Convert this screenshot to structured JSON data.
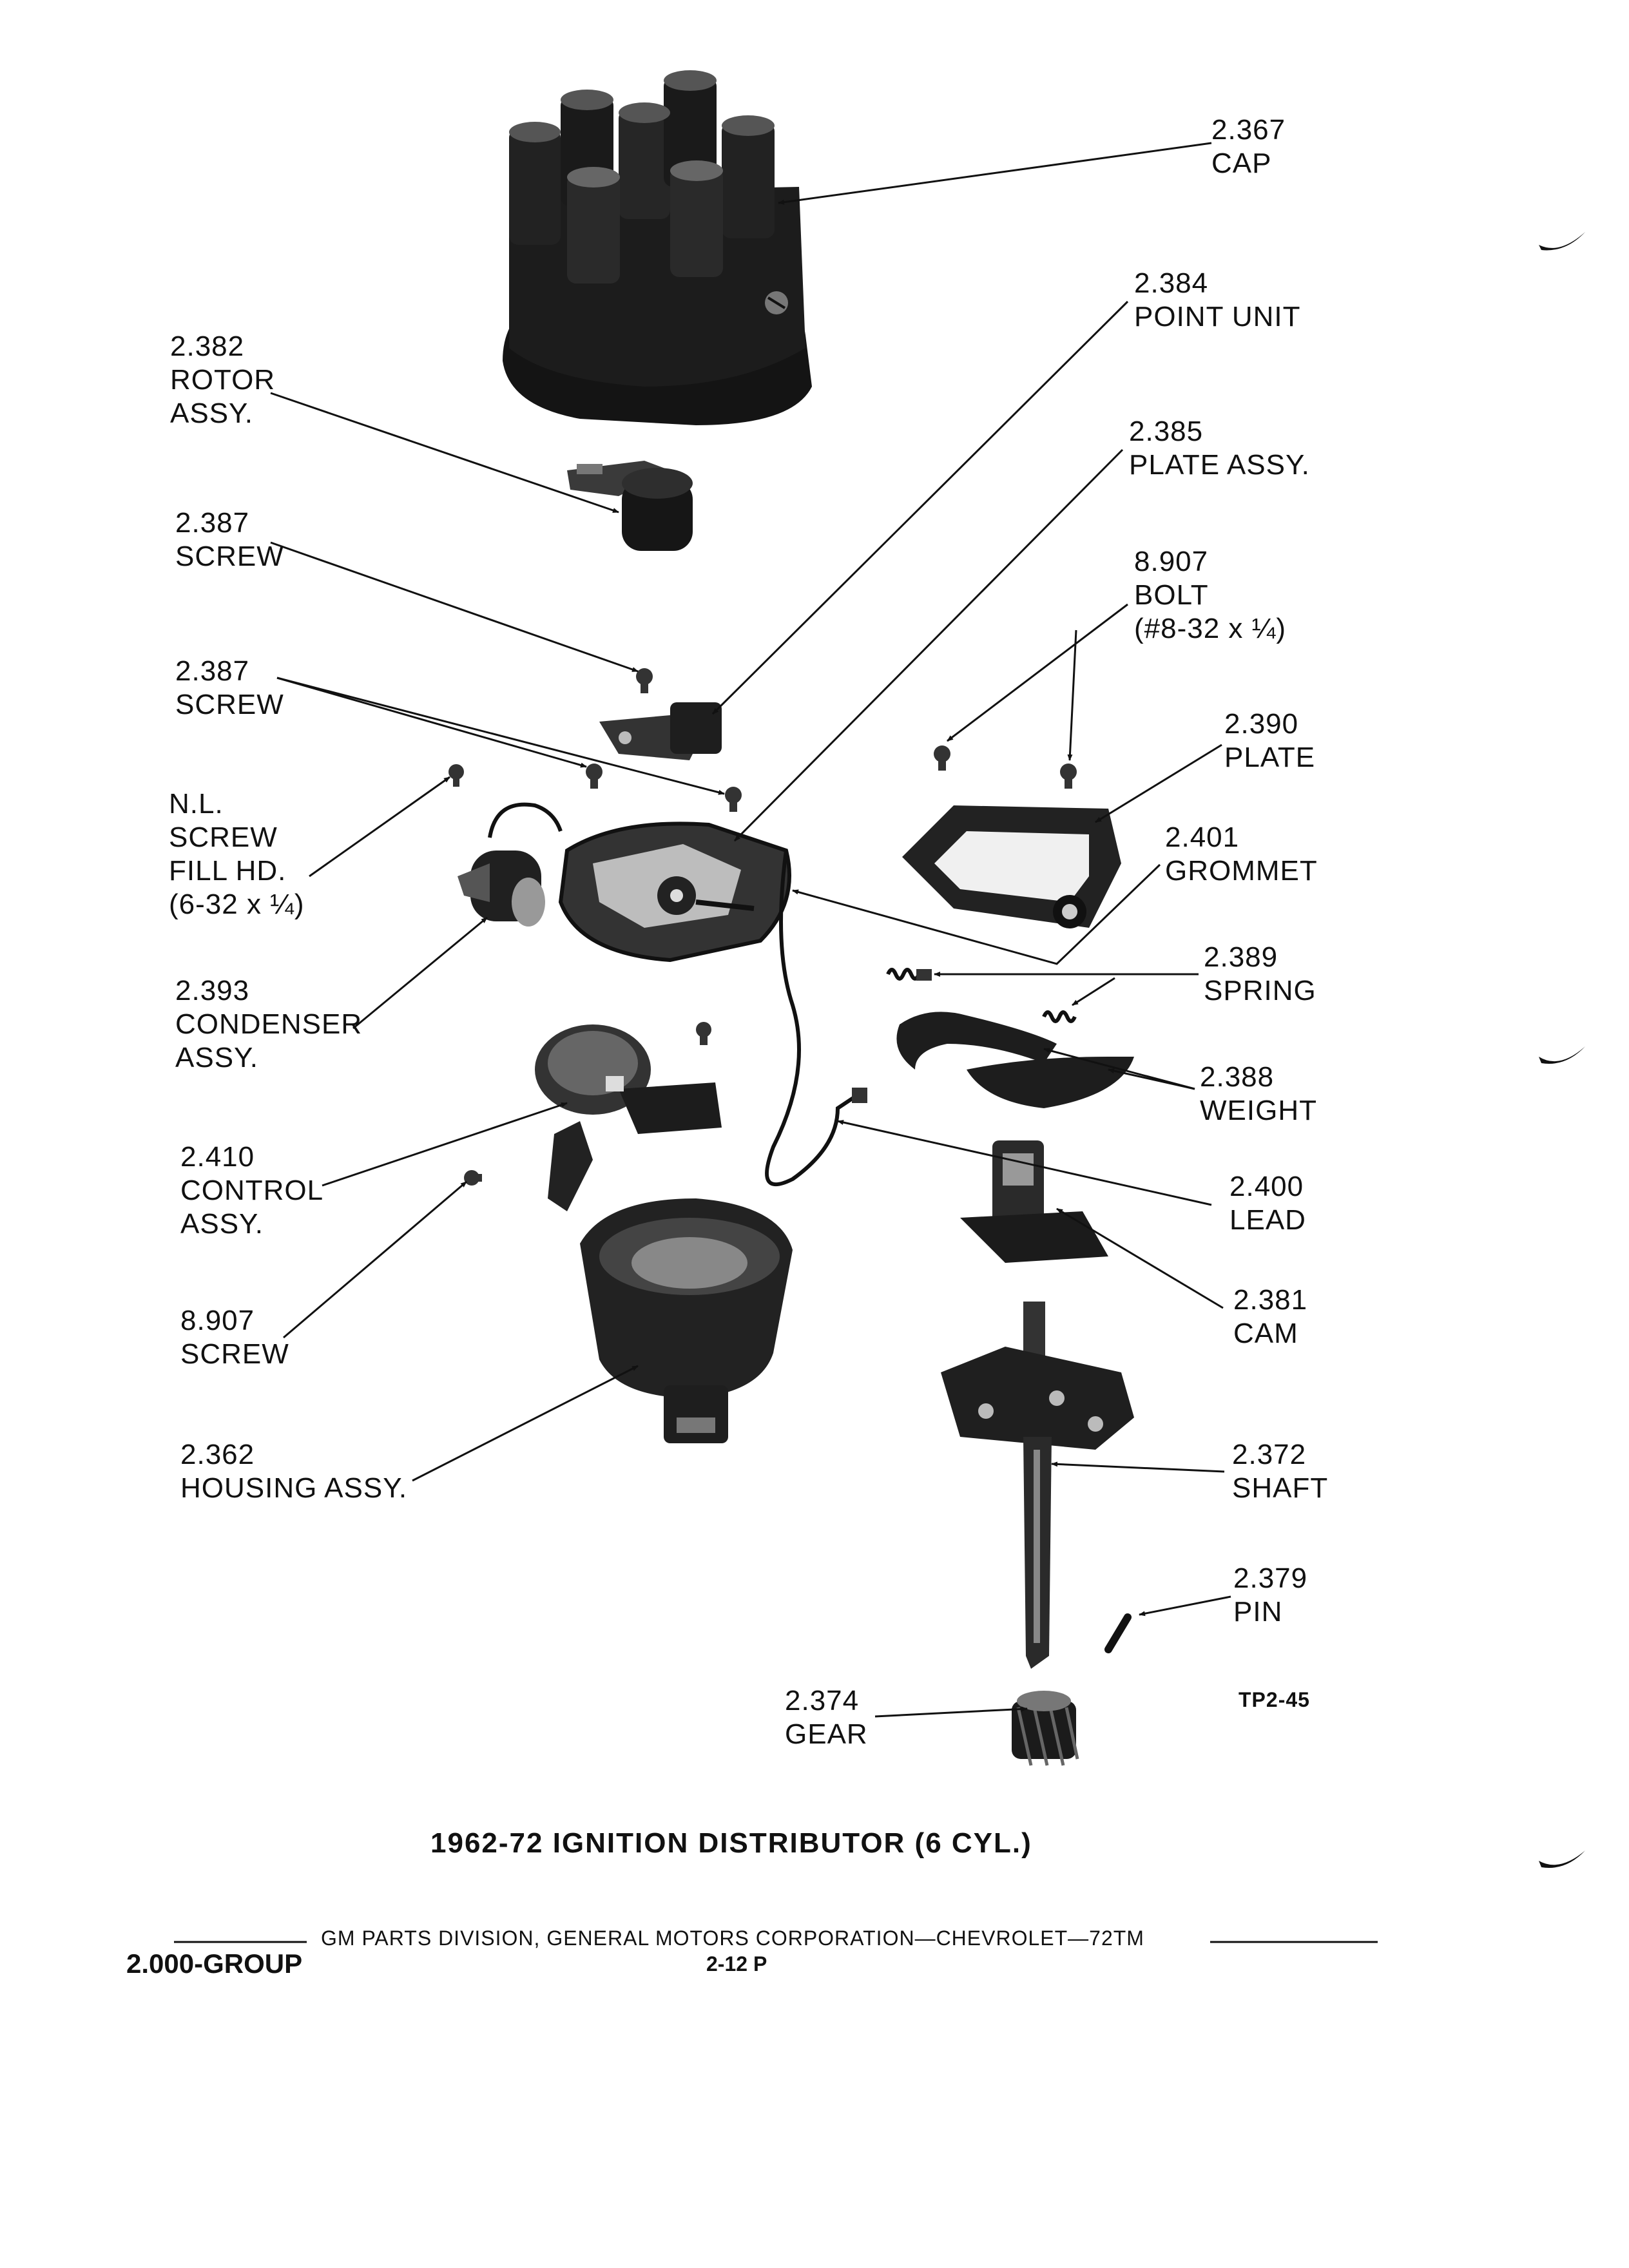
{
  "parts": [
    {
      "num": "2.367",
      "name": "CAP"
    },
    {
      "num": "2.384",
      "name": "POINT UNIT"
    },
    {
      "num": "2.382",
      "name": "ROTOR",
      "name2": "ASSY."
    },
    {
      "num": "2.385",
      "name": "PLATE ASSY."
    },
    {
      "num": "2.387",
      "name": "SCREW"
    },
    {
      "num": "8.907",
      "name": "BOLT",
      "name2": "(#8-32 x ¼)"
    },
    {
      "num": "2.387",
      "name": "SCREW"
    },
    {
      "num": "2.390",
      "name": "PLATE"
    },
    {
      "num": "N.L.",
      "name": "SCREW",
      "name2": "FILL HD.",
      "name3": "(6-32 x ¼)"
    },
    {
      "num": "2.401",
      "name": "GROMMET"
    },
    {
      "num": "2.389",
      "name": "SPRING"
    },
    {
      "num": "2.393",
      "name": "CONDENSER",
      "name2": "ASSY."
    },
    {
      "num": "2.388",
      "name": "WEIGHT"
    },
    {
      "num": "2.410",
      "name": "CONTROL",
      "name2": "ASSY."
    },
    {
      "num": "2.400",
      "name": "LEAD"
    },
    {
      "num": "2.381",
      "name": "CAM"
    },
    {
      "num": "8.907",
      "name": "SCREW"
    },
    {
      "num": "2.362",
      "name": "HOUSING ASSY."
    },
    {
      "num": "2.372",
      "name": "SHAFT"
    },
    {
      "num": "2.379",
      "name": "PIN"
    },
    {
      "num": "2.374",
      "name": "GEAR"
    }
  ],
  "figure_code": "TP2-45",
  "caption": "1962-72 IGNITION DISTRIBUTOR (6 CYL.)",
  "footer": {
    "publisher": "GM PARTS DIVISION, GENERAL MOTORS CORPORATION—CHEVROLET—72TM",
    "group": "2.000-GROUP",
    "page": "2-12 P"
  }
}
